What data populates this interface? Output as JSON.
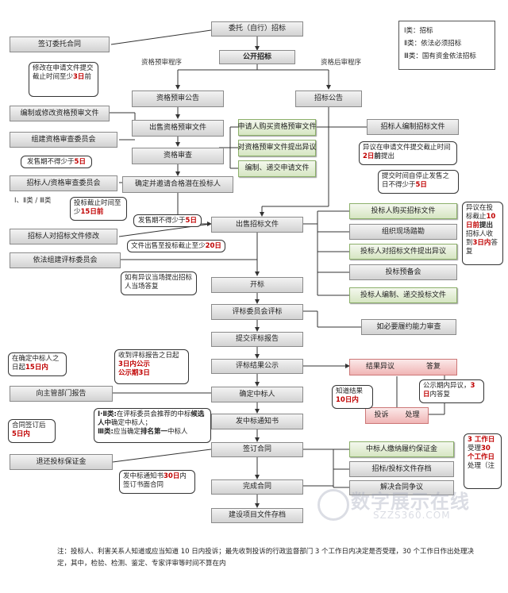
{
  "legend": [
    {
      "key": "Ⅰ类：",
      "text": "招标"
    },
    {
      "key": "Ⅱ类：",
      "text": "依法必须招标"
    },
    {
      "key": "Ⅲ类：",
      "text": "国有资金依法招标"
    }
  ],
  "nodes": {
    "weituo": "委托（自行）招标",
    "gongkai": "公开招标",
    "zige_gonggao": "资格预审公告",
    "zhaobiao_gonggao": "招标公告",
    "shoumai_yushen": "出售资格预审文件",
    "zige_shencha": "资格审查",
    "queding_yaoqing": "确定并邀请合格潜在投标人",
    "shoumai_zhaobiao": "出售招标文件",
    "kaibiao": "开标",
    "pingbiao_weiyuanhui": "评标委员会评标",
    "tijiao_baogao": "提交评标报告",
    "pingbiao_gongshi": "评标结果公示",
    "queding_zhongbiao": "确定中标人",
    "fa_tongzhishu": "发中标通知书",
    "qianding_hetong": "签订合同",
    "wancheng_hetong": "完成合同",
    "jianshe_cundang": "建设项目文件存档"
  },
  "left_boxes": {
    "qianding_weituo": "签订委托合同",
    "bianzhi_xiugai": "编制或修改资格预审文件",
    "zujian_shencha": "组建资格审查委员会",
    "zhaobiaoren_weiyuanhui": "招标人/资格审查委员会",
    "xiugai_zhaobiao": "招标人对招标文件修改",
    "zujian_pingbiao": "依法组建评标委员会",
    "xiang_zhuguan": "向主管部门报告",
    "tuihuan_baozhengjin": "退还投标保证金"
  },
  "green_left": {
    "shenqing_goumai": "申请人购买资格预审文件",
    "tichu_yiyi": "对资格预审文件提出异议",
    "bianzhi_dijiao": "编制、递交申请文件"
  },
  "right_boxes": {
    "bianzhi_zhaobiao": "招标人编制招标文件",
    "zuzhi_taka": "组织现场踏勘",
    "toubiao_yubeihui": "投标预备会",
    "lvyue_shencha": "如必要履约能力审查",
    "jiejue_zhengyi": "解决合同争议"
  },
  "green_right": {
    "goumai_zhaobiao": "投标人购买招标文件",
    "zhaobiao_yiyi": "投标人对招标文件提出异议",
    "bianzhi_toubiao": "投标人编制、递交投标文件",
    "jiaona_baozhengjin": "中标人缴纳履约保证金",
    "toubiao_cundang": "招标/投标文件存档"
  },
  "red_boxes": {
    "jieguo_yiyi": "结果异议",
    "dafu": "答复",
    "tousu": "投诉",
    "chuli": "处理"
  },
  "branch_labels": {
    "qian": "资格预审程序",
    "hou": "资格后审程序"
  },
  "category_label": "Ⅰ、Ⅱ类 / Ⅲ类",
  "callouts": {
    "c1": {
      "text": "修改在申请文件提交截止时间至少",
      "red": "3日",
      "tail": "前"
    },
    "c2": {
      "text": "发售期不得少于",
      "red": "5日"
    },
    "c3": {
      "text": "异议在申请文件提交截止时间",
      "red": "2日",
      "bold": "前",
      "tail": "提出"
    },
    "c4": {
      "text": "提交时间自停止发售之日不得少于",
      "red": "5日"
    },
    "c5": {
      "text": "投标截止时间至少",
      "red": "15日前"
    },
    "c6": {
      "text": "发售期不得少于",
      "red": "5日"
    },
    "c7": {
      "text": "文件出售至投标截止至少",
      "red": "20日"
    },
    "c8": {
      "text": "异议在投标截止",
      "red": "10日前",
      "bold": "提出",
      "tail": "招标人收到",
      "red2": "3日内",
      "tail2": "答复"
    },
    "c9": {
      "text": "如有异议当场提出招标人当场答复"
    },
    "c10": {
      "text": "在确定中标人之日起",
      "red": "15日内"
    },
    "c11": {
      "text": "收到评标报告之日起",
      "red": "3日内公示",
      "red2": "公示期3日"
    },
    "c12": {
      "text": "公示期内异议，",
      "red": "3日",
      "tail": "内答复"
    },
    "c13": {
      "text": "知道结果",
      "red": "10日内"
    },
    "c14": {
      "prefix": "Ⅰ·Ⅱ类:",
      "text1": "在评标委员会推荐的中标",
      "bold1": "候选人中",
      "text2": "确定中标人；",
      "prefix2": "Ⅲ类:",
      "text3": "应当确定",
      "bold2": "排名第一",
      "text4": "中标人"
    },
    "c15": {
      "text": "合同签订后",
      "red": "5日内"
    },
    "c16": {
      "text": "发中标通知书",
      "red": "30日",
      "tail": "内签订书面合同"
    },
    "c17": {
      "red": "3 工作日",
      "text": "受理",
      "red2": "30 个工作日",
      "tail": "处理（注"
    }
  },
  "footer": "注：投标人、利害关系人知道或应当知道 10 日内投诉；最先收到投诉的行政监督部门 3 个工作日内决定是否受理，30 个工作日作出处理决定，其中，检验、检测、鉴定、专家评审等时间不算在内",
  "watermark": {
    "text": "数字展示在线",
    "url": "SZZS360.COM"
  }
}
